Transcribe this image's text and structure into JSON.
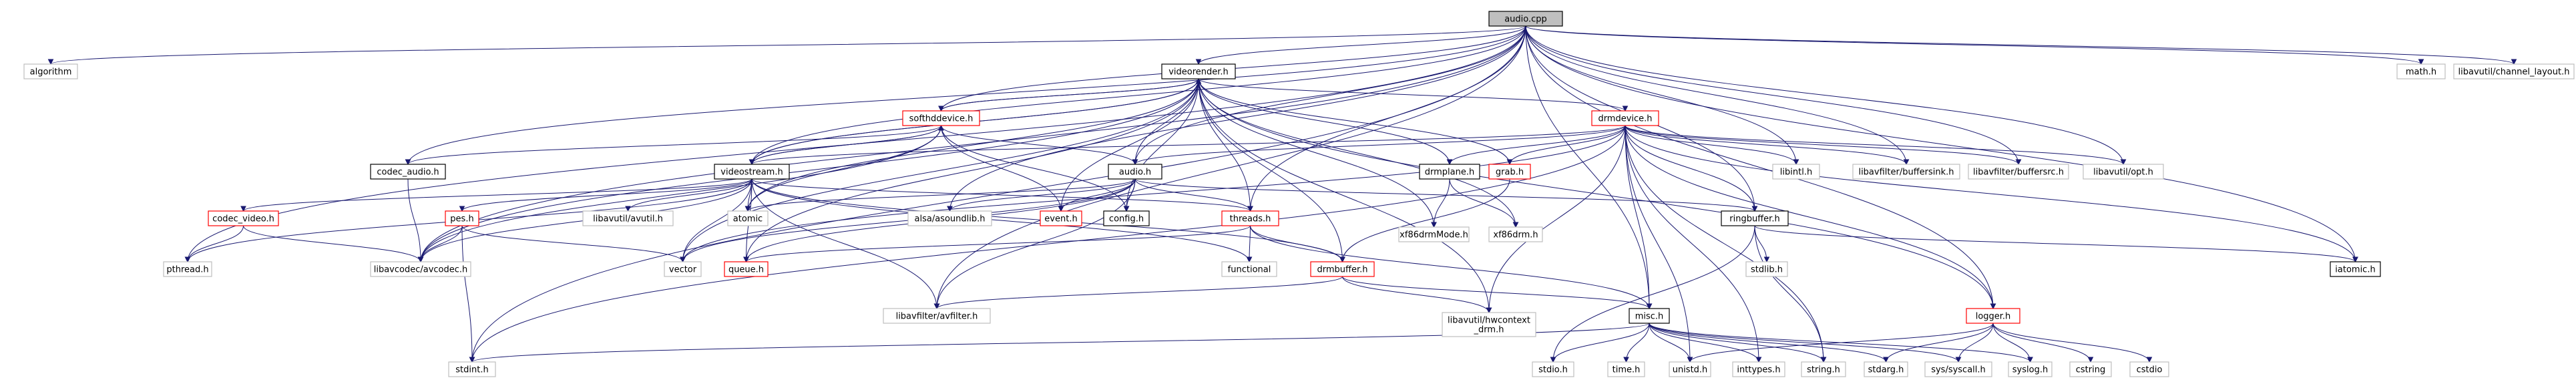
{
  "graph": {
    "title": "audio.cpp",
    "nodes": [
      {
        "id": "audio_cpp",
        "label": "audio.cpp",
        "style": "root"
      },
      {
        "id": "algorithm",
        "label": "algorithm",
        "style": "plain"
      },
      {
        "id": "math_h",
        "label": "math.h",
        "style": "plain"
      },
      {
        "id": "channel_layout",
        "label": "libavutil/channel_layout.h",
        "style": "plain"
      },
      {
        "id": "videorender",
        "label": "videorender.h",
        "style": "doc"
      },
      {
        "id": "softhddevice",
        "label": "softhddevice.h",
        "style": "trunc"
      },
      {
        "id": "drmdevice",
        "label": "drmdevice.h",
        "style": "trunc"
      },
      {
        "id": "codec_audio",
        "label": "codec_audio.h",
        "style": "doc"
      },
      {
        "id": "videostream",
        "label": "videostream.h",
        "style": "doc"
      },
      {
        "id": "audio_h",
        "label": "audio.h",
        "style": "doc"
      },
      {
        "id": "drmplane",
        "label": "drmplane.h",
        "style": "doc"
      },
      {
        "id": "grab",
        "label": "grab.h",
        "style": "trunc"
      },
      {
        "id": "libintl",
        "label": "libintl.h",
        "style": "plain"
      },
      {
        "id": "buffersink",
        "label": "libavfilter/buffersink.h",
        "style": "plain"
      },
      {
        "id": "buffersrc",
        "label": "libavfilter/buffersrc.h",
        "style": "plain"
      },
      {
        "id": "opt",
        "label": "libavutil/opt.h",
        "style": "plain"
      },
      {
        "id": "codec_video",
        "label": "codec_video.h",
        "style": "trunc"
      },
      {
        "id": "pes",
        "label": "pes.h",
        "style": "trunc"
      },
      {
        "id": "avutil",
        "label": "libavutil/avutil.h",
        "style": "plain"
      },
      {
        "id": "atomic",
        "label": "atomic",
        "style": "plain"
      },
      {
        "id": "asoundlib",
        "label": "alsa/asoundlib.h",
        "style": "plain"
      },
      {
        "id": "event",
        "label": "event.h",
        "style": "trunc"
      },
      {
        "id": "config",
        "label": "config.h",
        "style": "doc"
      },
      {
        "id": "threads",
        "label": "threads.h",
        "style": "trunc"
      },
      {
        "id": "xf86drmmode",
        "label": "xf86drmMode.h",
        "style": "plain"
      },
      {
        "id": "xf86drm",
        "label": "xf86drm.h",
        "style": "plain"
      },
      {
        "id": "ringbuffer",
        "label": "ringbuffer.h",
        "style": "doc"
      },
      {
        "id": "pthread",
        "label": "pthread.h",
        "style": "plain"
      },
      {
        "id": "avcodec",
        "label": "libavcodec/avcodec.h",
        "style": "plain"
      },
      {
        "id": "vector",
        "label": "vector",
        "style": "plain"
      },
      {
        "id": "queue",
        "label": "queue.h",
        "style": "trunc"
      },
      {
        "id": "functional",
        "label": "functional",
        "style": "plain"
      },
      {
        "id": "drmbuffer",
        "label": "drmbuffer.h",
        "style": "trunc"
      },
      {
        "id": "stdlib",
        "label": "stdlib.h",
        "style": "plain"
      },
      {
        "id": "iatomic",
        "label": "iatomic.h",
        "style": "doc"
      },
      {
        "id": "avfilter",
        "label": "libavfilter/avfilter.h",
        "style": "plain"
      },
      {
        "id": "hwcontext",
        "label": "libavutil/hwcontext\n_drm.h",
        "style": "plain"
      },
      {
        "id": "misc",
        "label": "misc.h",
        "style": "doc"
      },
      {
        "id": "logger",
        "label": "logger.h",
        "style": "trunc"
      },
      {
        "id": "stdint",
        "label": "stdint.h",
        "style": "plain"
      },
      {
        "id": "stdio",
        "label": "stdio.h",
        "style": "plain"
      },
      {
        "id": "time",
        "label": "time.h",
        "style": "plain"
      },
      {
        "id": "unistd",
        "label": "unistd.h",
        "style": "plain"
      },
      {
        "id": "inttypes",
        "label": "inttypes.h",
        "style": "plain"
      },
      {
        "id": "string_h",
        "label": "string.h",
        "style": "plain"
      },
      {
        "id": "stdarg",
        "label": "stdarg.h",
        "style": "plain"
      },
      {
        "id": "syscall",
        "label": "sys/syscall.h",
        "style": "plain"
      },
      {
        "id": "syslog",
        "label": "syslog.h",
        "style": "plain"
      },
      {
        "id": "cstring",
        "label": "cstring",
        "style": "plain"
      },
      {
        "id": "cstdio",
        "label": "cstdio",
        "style": "plain"
      }
    ],
    "edges": [
      [
        "audio_cpp",
        "algorithm"
      ],
      [
        "audio_cpp",
        "math_h"
      ],
      [
        "audio_cpp",
        "channel_layout"
      ],
      [
        "audio_cpp",
        "videorender"
      ],
      [
        "audio_cpp",
        "audio_h"
      ],
      [
        "audio_cpp",
        "codec_audio"
      ],
      [
        "audio_cpp",
        "videostream"
      ],
      [
        "audio_cpp",
        "softhddevice"
      ],
      [
        "audio_cpp",
        "pthread"
      ],
      [
        "audio_cpp",
        "avcodec"
      ],
      [
        "audio_cpp",
        "stdint"
      ],
      [
        "audio_cpp",
        "avfilter"
      ],
      [
        "audio_cpp",
        "threads"
      ],
      [
        "audio_cpp",
        "asoundlib"
      ],
      [
        "audio_cpp",
        "libintl"
      ],
      [
        "audio_cpp",
        "buffersink"
      ],
      [
        "audio_cpp",
        "buffersrc"
      ],
      [
        "audio_cpp",
        "opt"
      ],
      [
        "audio_cpp",
        "ringbuffer"
      ],
      [
        "audio_cpp",
        "iatomic"
      ],
      [
        "audio_cpp",
        "misc"
      ],
      [
        "audio_cpp",
        "logger"
      ],
      [
        "videorender",
        "softhddevice"
      ],
      [
        "videorender",
        "drmdevice"
      ],
      [
        "videorender",
        "videostream"
      ],
      [
        "videorender",
        "audio_h"
      ],
      [
        "videorender",
        "drmplane"
      ],
      [
        "videorender",
        "grab"
      ],
      [
        "videorender",
        "event"
      ],
      [
        "videorender",
        "config"
      ],
      [
        "videorender",
        "threads"
      ],
      [
        "videorender",
        "drmbuffer"
      ],
      [
        "videorender",
        "xf86drmmode"
      ],
      [
        "videorender",
        "xf86drm"
      ],
      [
        "videorender",
        "atomic"
      ],
      [
        "videorender",
        "vector"
      ],
      [
        "videorender",
        "queue"
      ],
      [
        "videorender",
        "hwcontext"
      ],
      [
        "videorender",
        "logger"
      ],
      [
        "videorender",
        "avcodec"
      ],
      [
        "softhddevice",
        "videorender"
      ],
      [
        "softhddevice",
        "codec_audio"
      ],
      [
        "softhddevice",
        "videostream"
      ],
      [
        "softhddevice",
        "audio_h"
      ],
      [
        "softhddevice",
        "atomic"
      ],
      [
        "softhddevice",
        "event"
      ],
      [
        "softhddevice",
        "config"
      ],
      [
        "softhddevice",
        "avcodec"
      ],
      [
        "drmdevice",
        "videostream"
      ],
      [
        "drmdevice",
        "audio_h"
      ],
      [
        "drmdevice",
        "drmplane"
      ],
      [
        "drmdevice",
        "grab"
      ],
      [
        "drmdevice",
        "libintl"
      ],
      [
        "drmdevice",
        "buffersink"
      ],
      [
        "drmdevice",
        "buffersrc"
      ],
      [
        "drmdevice",
        "opt"
      ],
      [
        "drmdevice",
        "iatomic"
      ],
      [
        "drmdevice",
        "logger"
      ],
      [
        "drmdevice",
        "misc"
      ],
      [
        "drmdevice",
        "hwcontext"
      ],
      [
        "drmdevice",
        "unistd"
      ],
      [
        "drmdevice",
        "inttypes"
      ],
      [
        "drmdevice",
        "string_h"
      ],
      [
        "drmdevice",
        "vector"
      ],
      [
        "drmdevice",
        "ringbuffer"
      ],
      [
        "drmdevice",
        "stdint"
      ],
      [
        "codec_audio",
        "avcodec"
      ],
      [
        "videostream",
        "codec_video"
      ],
      [
        "videostream",
        "pes"
      ],
      [
        "videostream",
        "avutil"
      ],
      [
        "videostream",
        "atomic"
      ],
      [
        "videostream",
        "vector"
      ],
      [
        "videostream",
        "queue"
      ],
      [
        "videostream",
        "threads"
      ],
      [
        "videostream",
        "functional"
      ],
      [
        "videostream",
        "drmbuffer"
      ],
      [
        "videostream",
        "avfilter"
      ],
      [
        "videostream",
        "pthread"
      ],
      [
        "videostream",
        "avcodec"
      ],
      [
        "videostream",
        "softhddevice"
      ],
      [
        "videostream",
        "videorender"
      ],
      [
        "audio_h",
        "atomic"
      ],
      [
        "audio_h",
        "asoundlib"
      ],
      [
        "audio_h",
        "event"
      ],
      [
        "audio_h",
        "config"
      ],
      [
        "audio_h",
        "threads"
      ],
      [
        "audio_h",
        "ringbuffer"
      ],
      [
        "audio_h",
        "avfilter"
      ],
      [
        "audio_h",
        "queue"
      ],
      [
        "audio_h",
        "vector"
      ],
      [
        "drmplane",
        "xf86drmmode"
      ],
      [
        "drmplane",
        "xf86drm"
      ],
      [
        "grab",
        "drmbuffer"
      ],
      [
        "codec_video",
        "pthread"
      ],
      [
        "codec_video",
        "avcodec"
      ],
      [
        "pes",
        "avcodec"
      ],
      [
        "pes",
        "vector"
      ],
      [
        "pes",
        "stdint"
      ],
      [
        "threads",
        "functional"
      ],
      [
        "threads",
        "drmbuffer"
      ],
      [
        "threads",
        "misc"
      ],
      [
        "threads",
        "queue"
      ],
      [
        "drmbuffer",
        "avfilter"
      ],
      [
        "drmbuffer",
        "hwcontext"
      ],
      [
        "drmbuffer",
        "misc"
      ],
      [
        "ringbuffer",
        "stdlib"
      ],
      [
        "ringbuffer",
        "iatomic"
      ],
      [
        "ringbuffer",
        "string_h"
      ],
      [
        "ringbuffer",
        "stdio"
      ],
      [
        "misc",
        "stdio"
      ],
      [
        "misc",
        "time"
      ],
      [
        "misc",
        "unistd"
      ],
      [
        "misc",
        "inttypes"
      ],
      [
        "misc",
        "string_h"
      ],
      [
        "misc",
        "stdarg"
      ],
      [
        "misc",
        "syscall"
      ],
      [
        "misc",
        "syslog"
      ],
      [
        "misc",
        "stdint"
      ],
      [
        "logger",
        "unistd"
      ],
      [
        "logger",
        "stdarg"
      ],
      [
        "logger",
        "syscall"
      ],
      [
        "logger",
        "syslog"
      ],
      [
        "logger",
        "cstring"
      ],
      [
        "logger",
        "cstdio"
      ]
    ],
    "colors": {
      "edge": "#191970",
      "root_fill": "#bfbfbf",
      "truncated_border": "#ff0000",
      "doc_border": "#000000",
      "plain_border": "#bfbfbf"
    }
  }
}
